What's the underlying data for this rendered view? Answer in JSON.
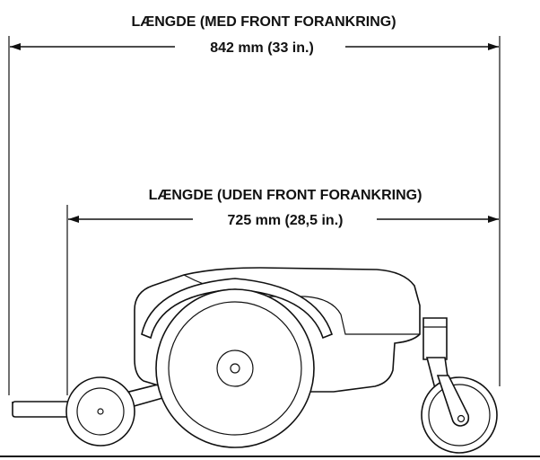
{
  "dimensions": {
    "with_front_anchor": {
      "label": "LÆNGDE (MED FRONT FORANKRING)",
      "value": "842 mm (33 in.)"
    },
    "without_front_anchor": {
      "label": "LÆNGDE (UDEN FRONT FORANKRING)",
      "value": "725 mm (28,5 in.)"
    }
  },
  "colors": {
    "ink": "#111111",
    "background": "#ffffff"
  }
}
